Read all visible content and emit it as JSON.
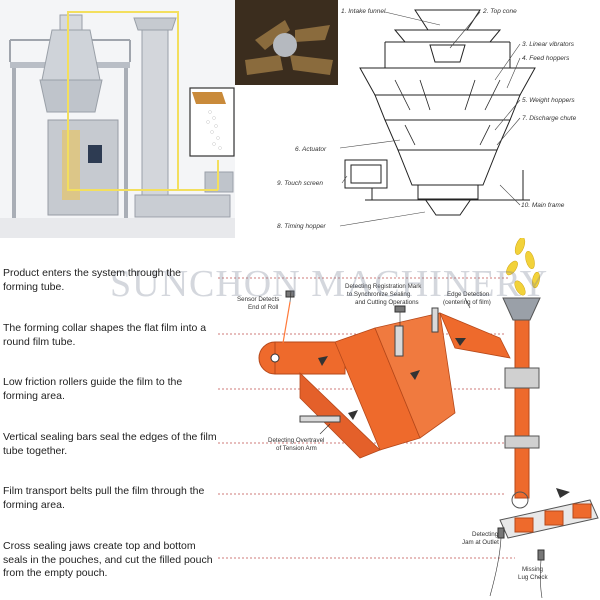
{
  "watermark": "SUNCHON MACHINERY",
  "weigher_parts": [
    "1. Intake funnel",
    "2. Top cone",
    "3. Linear vibrators",
    "4. Feed hoppers",
    "5. Weight hoppers",
    "6. Actuator",
    "7. Discharge chute",
    "9. Touch screen",
    "10. Main frame",
    "8. Timing hopper"
  ],
  "steps": [
    "Product enters the system through the forming tube.",
    "The forming collar shapes the flat film into a round film tube.",
    "Low friction rollers guide the film to the forming area.",
    "Vertical sealing bars seal the edges of the film tube together.",
    "Film transport belts pull the film through the forming area.",
    "Cross sealing jaws create top and bottom seals in the pouches, and cut the filled pouch from the empty pouch."
  ],
  "diagram_labels": {
    "sensor_roll": [
      "Sensor Detects",
      "End of Roll"
    ],
    "registration": [
      "Detecting Registration Mark",
      "to  Synchronize Sealing",
      "and Cutting Operations"
    ],
    "edge": [
      "Edge Detection",
      "(centering of film)"
    ],
    "overtravel": [
      "Detecting Overtravel",
      "of Tension Arm"
    ],
    "jam": [
      "Detecting",
      "Jam at Outlet"
    ],
    "lug": [
      "Missing",
      "Lug Check"
    ]
  },
  "colors": {
    "film": "#ee6a2c",
    "film_dark": "#c8501b",
    "product": "#f2d23a",
    "frame": "#f5e06a"
  }
}
